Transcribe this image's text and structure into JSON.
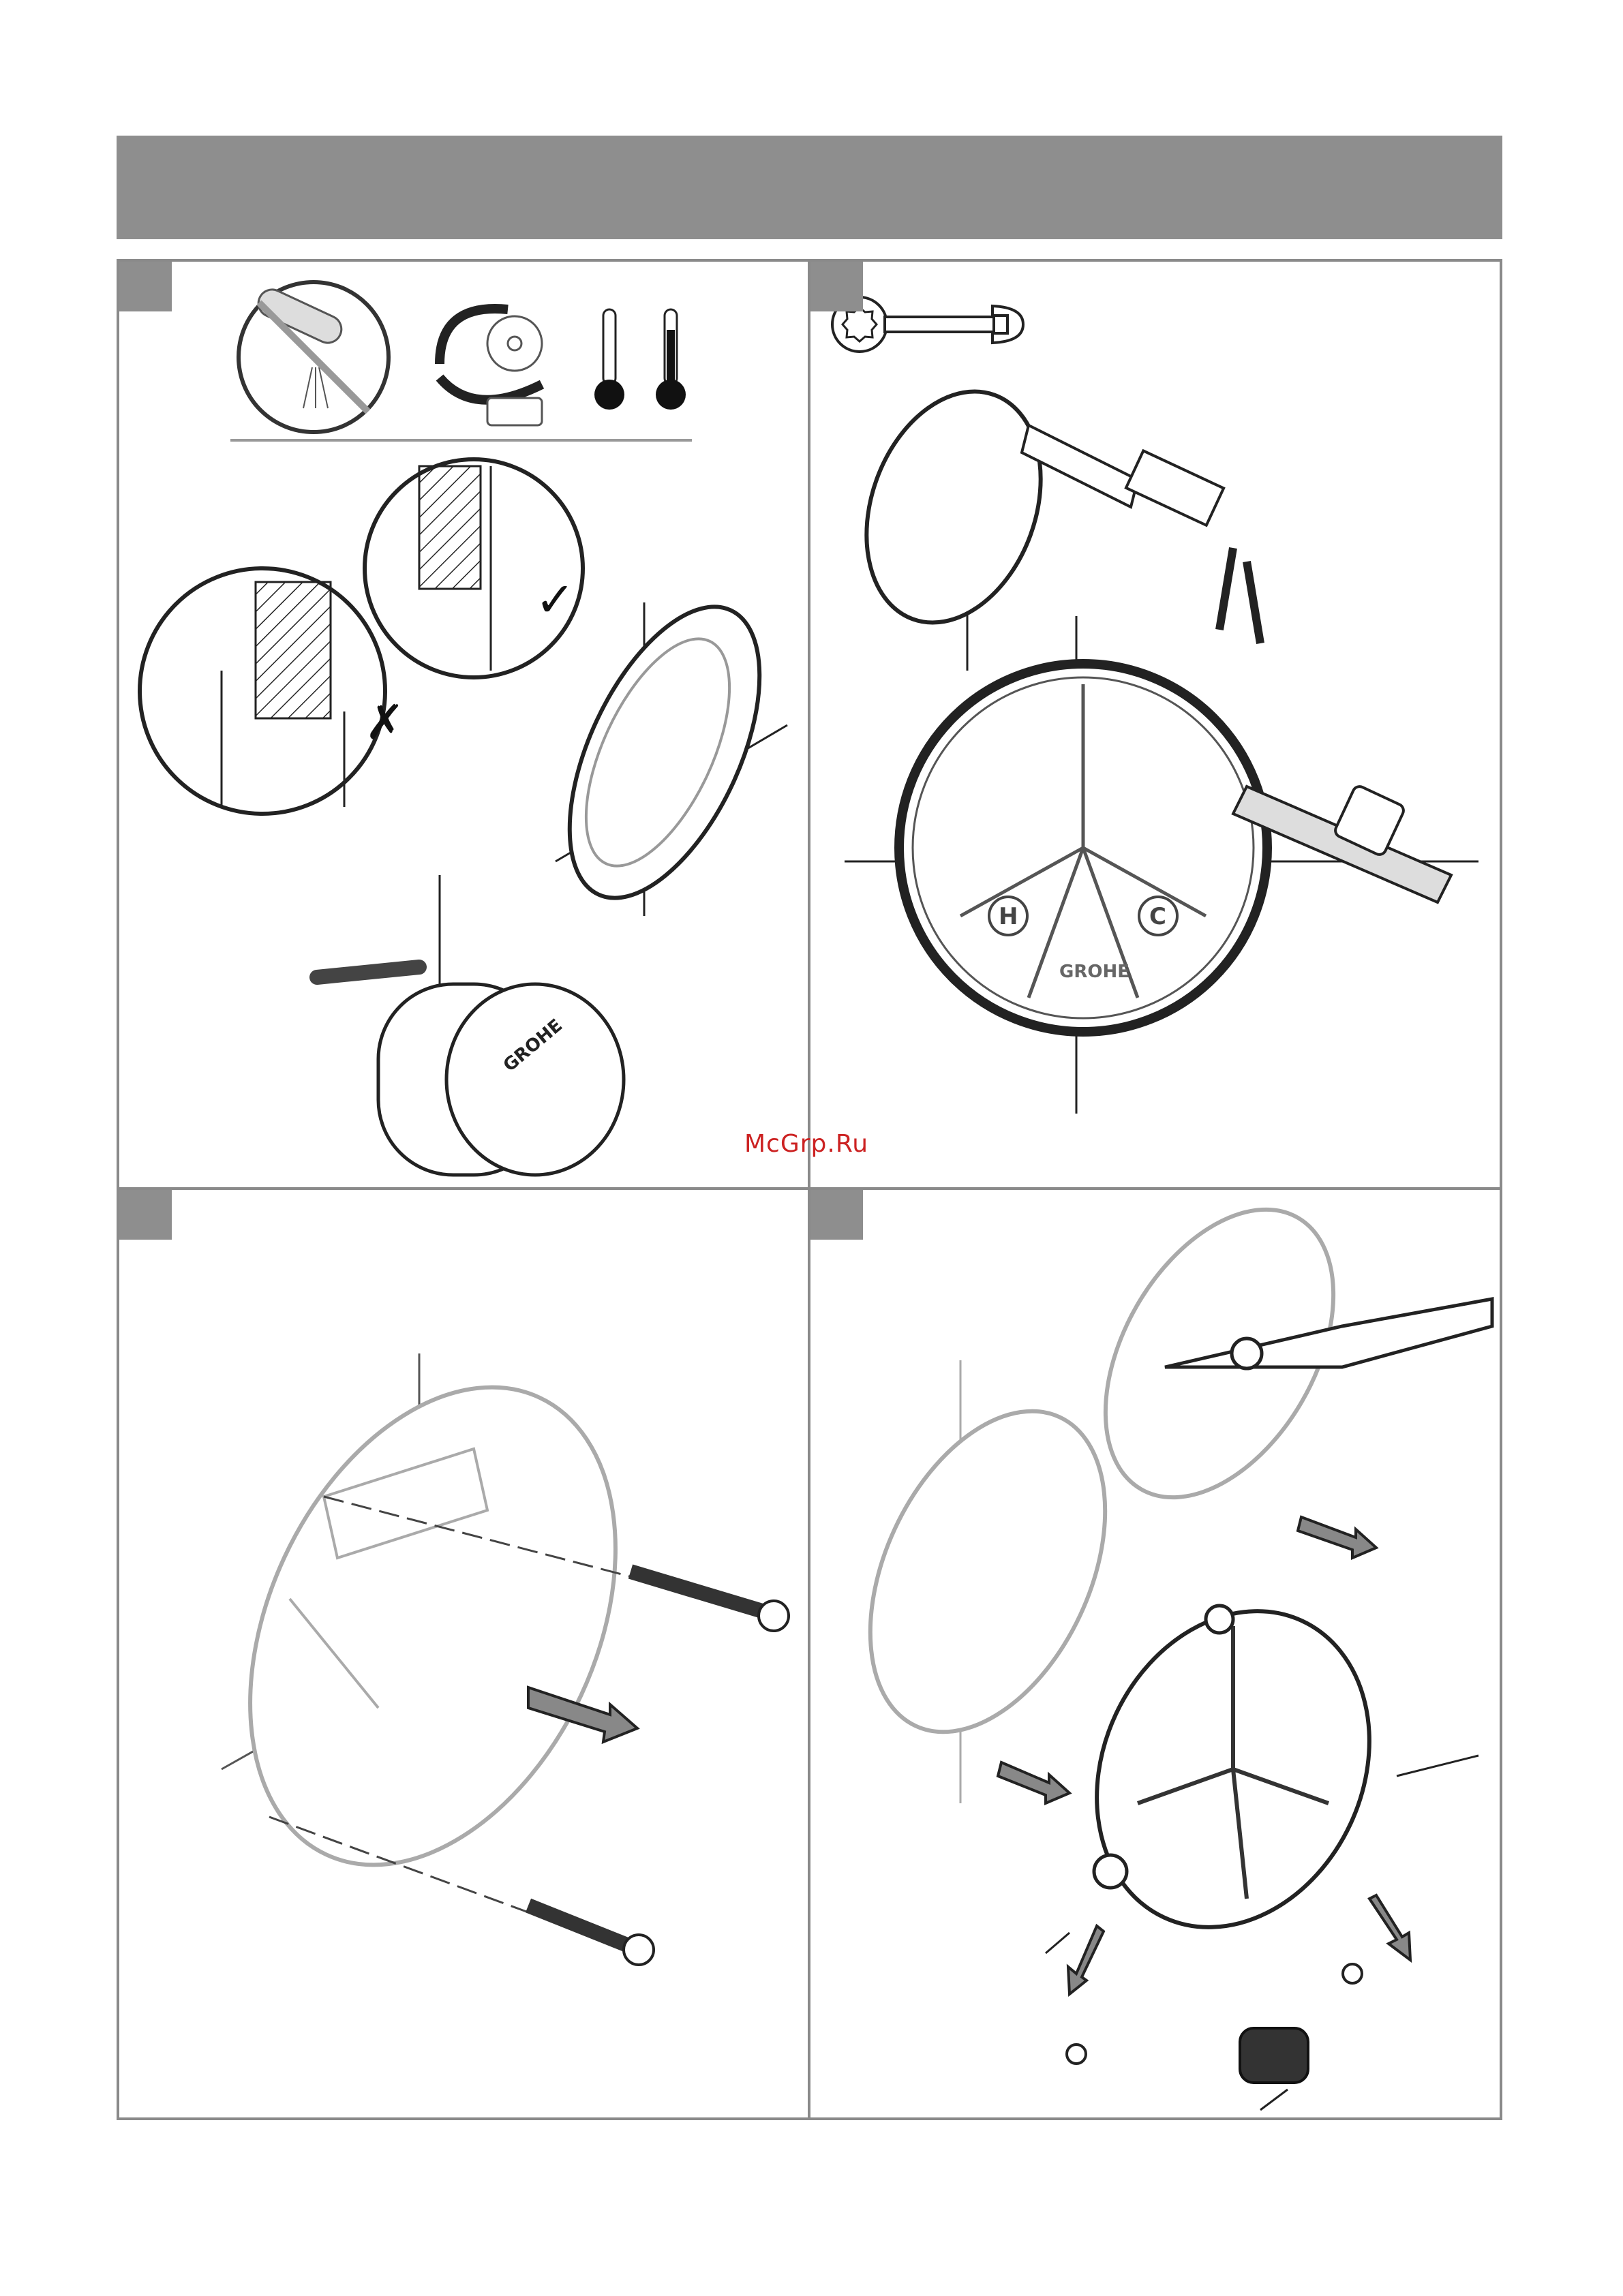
{
  "header": {
    "icon": "wrench-icon"
  },
  "watermark": "McGrp.Ru",
  "panels": [
    {
      "id": "step-1",
      "check_mark": "✓",
      "cross_mark": "✗",
      "plus": "+",
      "brand": "GROHE"
    },
    {
      "id": "step-2",
      "hot_label": "H",
      "cold_label": "C",
      "brand": "GROHE"
    },
    {
      "id": "step-3"
    },
    {
      "id": "step-4"
    }
  ],
  "colors": {
    "bar": "#8e8e8e",
    "line": "#1a1a1a",
    "border": "#8a8a8a",
    "watermark": "#cc2222"
  }
}
